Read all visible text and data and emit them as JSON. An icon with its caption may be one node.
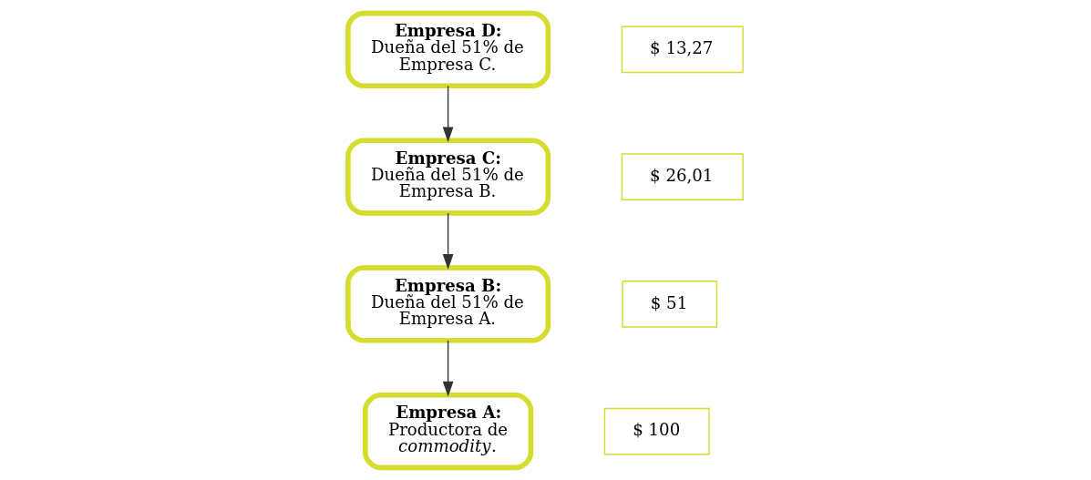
{
  "diagram": {
    "nodes": [
      {
        "text": [
          "Empresa D:",
          "Dueña del 51% de Empresa C."
        ]
      },
      {
        "text": [
          "$ 13,27"
        ]
      },
      {
        "text": [
          "Empresa C:",
          "Dueña del 51% de Empresa B."
        ]
      },
      {
        "text": [
          "$ 26,01"
        ]
      },
      {
        "text": [
          "Empresa B:",
          "Dueña del 51% de Empresa A."
        ]
      },
      {
        "text": [
          "$ 51"
        ]
      },
      {
        "text": [
          "Empresa A:",
          "Productora de *commodity*."
        ]
      },
      {
        "text": [
          "$ 100"
        ]
      }
    ],
    "edges": [
      {
        "from": 0,
        "to": 2,
        "arrow": "to"
      },
      {
        "from": 2,
        "to": 4,
        "arrow": "to"
      },
      {
        "from": 4,
        "to": 6,
        "arrow": "to"
      }
    ]
  }
}
